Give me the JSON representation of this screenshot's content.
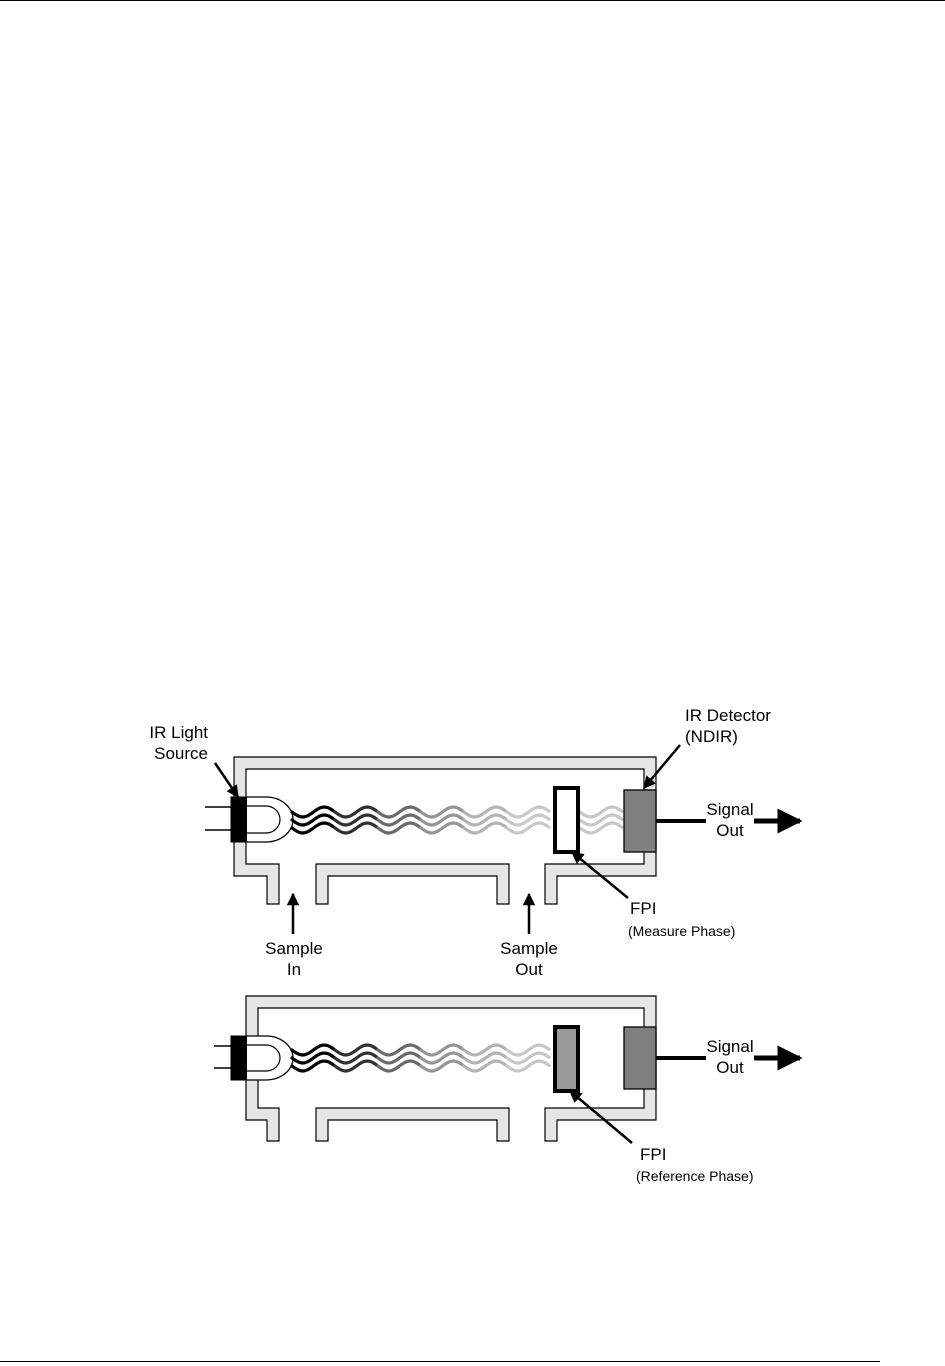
{
  "colors": {
    "wall_fill": "#e6e6e6",
    "detector_fill": "#808080",
    "fpi_reference_fill": "#999999",
    "source_block": "#000000",
    "wave_gradient": [
      "#000000",
      "#303030",
      "#6a6a6a",
      "#959595",
      "#b3b3b3",
      "#c8c8c8"
    ]
  },
  "labels": {
    "ir_source": [
      "IR Light",
      "Source"
    ],
    "ir_detector": [
      "IR Detector",
      "(NDIR)"
    ],
    "signal_out": [
      "Signal",
      "Out"
    ],
    "sample_in": [
      "Sample",
      "In"
    ],
    "sample_out": [
      "Sample",
      "Out"
    ],
    "fpi": "FPI",
    "measure_phase": "(Measure Phase)",
    "reference_phase": "(Reference Phase)"
  }
}
